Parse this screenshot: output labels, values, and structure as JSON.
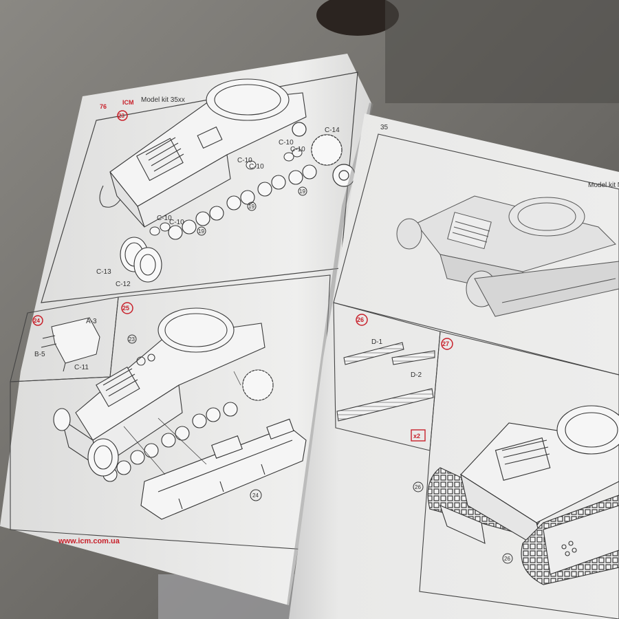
{
  "left_page": {
    "brand": "ICM",
    "header_text": "Model kit 35xx",
    "steps": {
      "step23": "23",
      "step24": "24",
      "step25": "25"
    },
    "labels": {
      "c14": "C-14",
      "c10_a": "C-10",
      "c10_b": "C-10",
      "c10_c": "C-10",
      "c10_d": "C-10",
      "c10_e": "C-10",
      "c10_f": "C-10",
      "c13": "C-13",
      "c12": "C-12",
      "a3": "A-3",
      "b5": "B-5",
      "c11": "C-11"
    },
    "circle_refs": {
      "r19_a": "19",
      "r19_b": "19",
      "r19_c": "19",
      "r23": "23",
      "r24": "24"
    },
    "website": "www.icm.com.ua"
  },
  "right_page": {
    "page_number": "35",
    "header_text": "Model kit No",
    "steps": {
      "step26": "26",
      "step27": "27"
    },
    "labels": {
      "d1": "D-1",
      "d2": "D-2",
      "x2": "x2"
    },
    "circle_refs": {
      "r26_a": "26",
      "r26_b": "26"
    }
  },
  "colors": {
    "accent_red": "#c8202a",
    "paper": "#efefee",
    "line": "#3a3a3a"
  }
}
